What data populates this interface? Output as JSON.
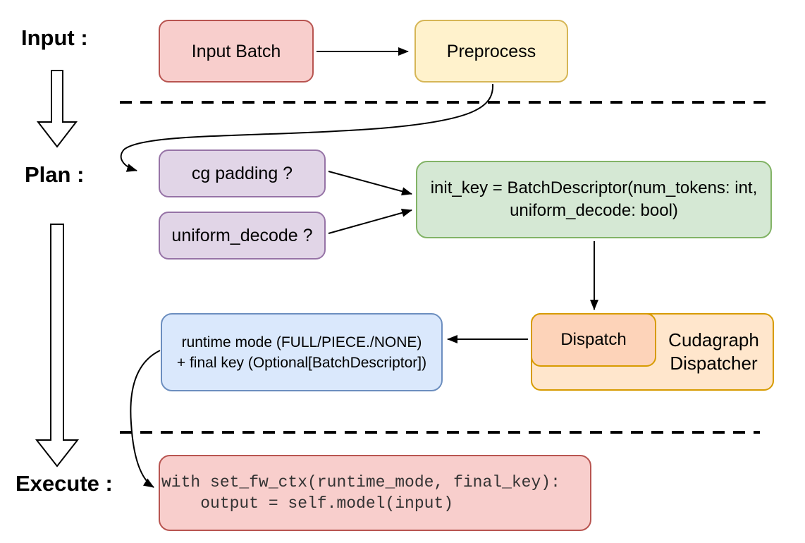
{
  "stages": {
    "input_label": "Input :",
    "plan_label": "Plan :",
    "execute_label": "Execute :"
  },
  "nodes": {
    "input_batch": {
      "label": "Input Batch"
    },
    "preprocess": {
      "label": "Preprocess"
    },
    "cg_padding": {
      "label": "cg padding ?"
    },
    "uniform_decode": {
      "label": "uniform_decode ?"
    },
    "init_key": {
      "line1": "init_key = BatchDescriptor(num_tokens: int,",
      "line2": "uniform_decode: bool)"
    },
    "dispatch": {
      "label": "Dispatch"
    },
    "cudagraph_dispatcher": {
      "label": "Cudagraph Dispatcher"
    },
    "runtime_result": {
      "line1": "runtime mode (FULL/PIECE./NONE)",
      "line2": "+ final key (Optional[BatchDescriptor])"
    },
    "execute_code": {
      "line1": "with set_fw_ctx(runtime_mode, final_key):",
      "line2": "    output = self.model(input)"
    }
  },
  "colors": {
    "red_fill": "#F8CECC",
    "red_stroke": "#B85450",
    "yellow_fill": "#FFF2CC",
    "yellow_stroke": "#D6B656",
    "purple_fill": "#E1D5E7",
    "purple_stroke": "#9673A6",
    "green_fill": "#D5E8D4",
    "green_stroke": "#82B366",
    "blue_fill": "#DAE8FC",
    "blue_stroke": "#6C8EBF",
    "orange_fill": "#FFE6CC",
    "orange_inner_fill": "#FDD3B9",
    "orange_stroke": "#D79B00",
    "line_color": "#000000"
  }
}
